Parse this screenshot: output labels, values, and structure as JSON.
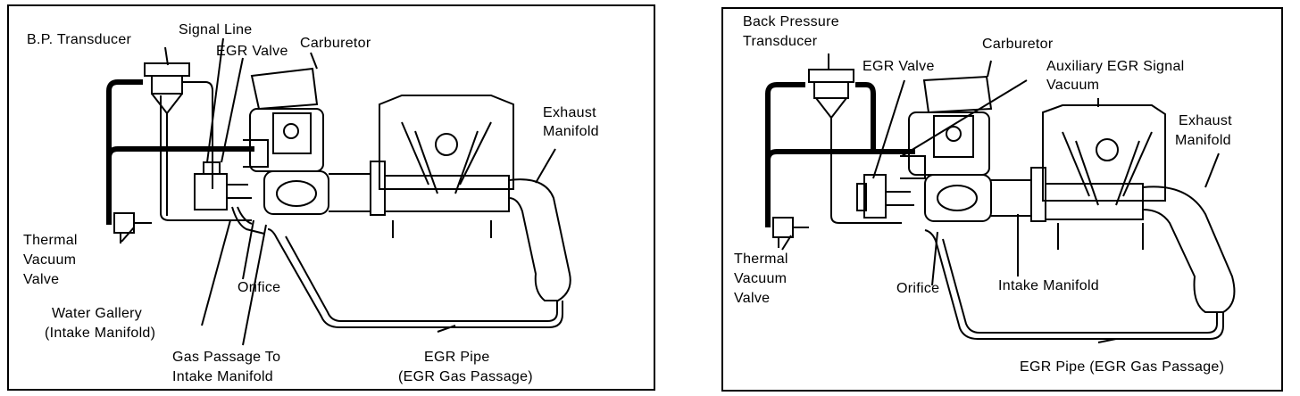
{
  "left_panel": {
    "labels": {
      "bp_transducer": "B.P. Transducer",
      "signal_line": "Signal Line",
      "egr_valve": "EGR Valve",
      "carburetor": "Carburetor",
      "exhaust_manifold": [
        "Exhaust",
        "Manifold"
      ],
      "thermal_vacuum_valve": [
        "Thermal",
        "Vacuum",
        "Valve"
      ],
      "orifice": "Orifice",
      "water_gallery": [
        "Water Gallery",
        "(Intake Manifold)"
      ],
      "gas_passage": [
        "Gas Passage To",
        "Intake Manifold"
      ],
      "egr_pipe": [
        "EGR Pipe",
        "(EGR Gas Passage)"
      ]
    }
  },
  "right_panel": {
    "labels": {
      "back_pressure_transducer": [
        "Back Pressure",
        "Transducer"
      ],
      "carburetor": "Carburetor",
      "egr_valve": "EGR Valve",
      "auxiliary_egr_signal": [
        "Auxiliary EGR Signal",
        "Vacuum"
      ],
      "exhaust_manifold": [
        "Exhaust",
        "Manifold"
      ],
      "thermal_vacuum_valve": [
        "Thermal",
        "Vacuum",
        "Valve"
      ],
      "orifice": "Orifice",
      "intake_manifold": "Intake Manifold",
      "egr_pipe": "EGR Pipe (EGR Gas Passage)"
    }
  },
  "colors": {
    "line": "#000000",
    "background": "#ffffff"
  }
}
